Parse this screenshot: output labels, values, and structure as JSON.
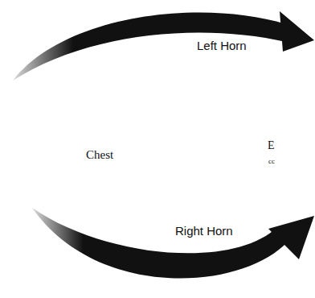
{
  "diagram": {
    "labels": [
      "Left Horn",
      "Chest",
      "E",
      "cc",
      "Right Horn"
    ]
  }
}
